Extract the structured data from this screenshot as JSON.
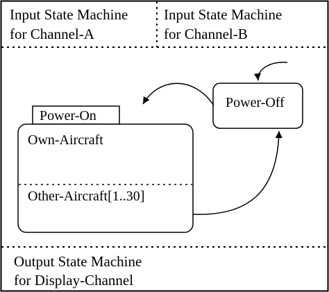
{
  "regions": {
    "channel_a": {
      "line1": "Input State Machine",
      "line2": "for Channel-A"
    },
    "channel_b": {
      "line1": "Input State Machine",
      "line2": "for Channel-B"
    },
    "display_channel": {
      "line1": "Output State Machine",
      "line2": "for Display-Channel"
    }
  },
  "states": {
    "power_on_tab": "Power-On",
    "own_aircraft": "Own-Aircraft",
    "other_aircraft": "Other-Aircraft[1..30]",
    "power_off": "Power-Off"
  },
  "colors": {
    "line": "#000000",
    "background": "#ffffff"
  }
}
